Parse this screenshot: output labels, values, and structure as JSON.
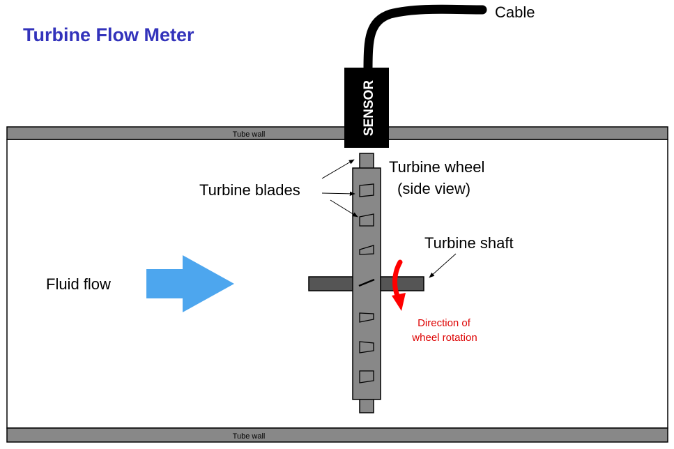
{
  "title": "Turbine Flow Meter",
  "labels": {
    "cable": "Cable",
    "sensor": "SENSOR",
    "tube_wall_top": "Tube wall",
    "tube_wall_bottom": "Tube wall",
    "turbine_wheel_line1": "Turbine wheel",
    "turbine_wheel_line2": "(side view)",
    "turbine_blades": "Turbine blades",
    "turbine_shaft": "Turbine shaft",
    "fluid_flow": "Fluid flow",
    "rotation_line1": "Direction of",
    "rotation_line2": "wheel rotation"
  },
  "colors": {
    "title": "#3333bb",
    "flow_arrow": "#4da6ee",
    "rotation_arrow": "#ff0000",
    "rotation_text": "#dd0000",
    "metal": "#888888",
    "shaft": "#555555",
    "sensor_body": "#000000"
  }
}
